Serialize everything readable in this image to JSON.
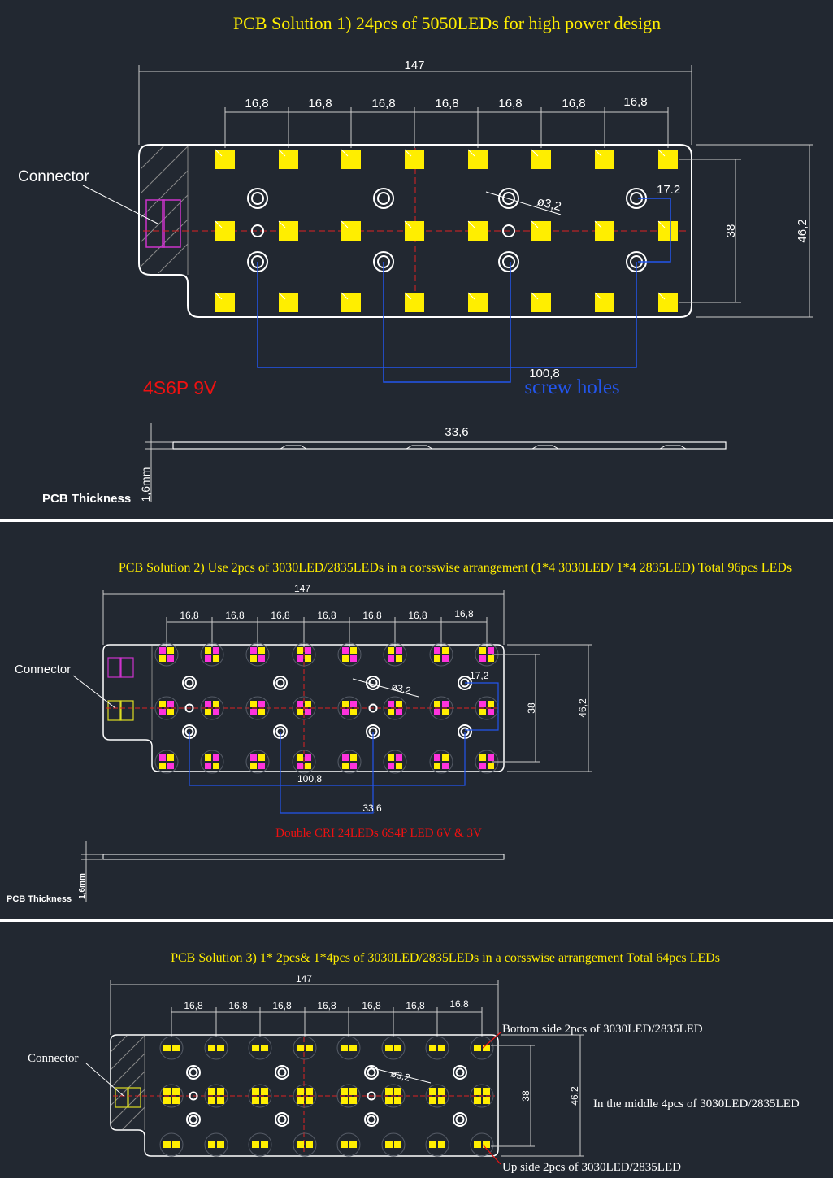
{
  "panel1": {
    "title": "PCB   Solution 1)     24pcs of 5050LEDs for high power design",
    "dim_total": "147",
    "dim_pitch": "16,8",
    "dim_hole": "ø3,2",
    "dim_edge": "17.2",
    "dim_inner_height": "38",
    "dim_outer_height": "46,2",
    "dim_screw_span": "100,8",
    "dim_side_span": "33,6",
    "connector": "Connector",
    "config": "4S6P 9V",
    "screw_label": "screw holes",
    "thickness_label": "PCB Thickness",
    "thickness_value": "1,6mm"
  },
  "panel2": {
    "title": "PCB Solution 2)   Use 2pcs of 3030LED/2835LEDs in a corsswise arrangement (1*4 3030LED/ 1*4 2835LED) Total 96pcs LEDs",
    "dim_total": "147",
    "dim_pitch": "16,8",
    "dim_hole": "ø3,2",
    "dim_edge": "17,2",
    "dim_inner_height": "38",
    "dim_outer_height": "46,2",
    "dim_screw_span": "100,8",
    "dim_side_span": "33,6",
    "connector": "Connector",
    "config": "Double CRI  24LEDs  6S4P   LED 6V & 3V",
    "thickness_label": "PCB Thickness",
    "thickness_value": "1,6mm"
  },
  "panel3": {
    "title": "PCB Solution 3)    1* 2pcs& 1*4pcs of 3030LED/2835LEDs in a corsswise arrangement  Total 64pcs LEDs",
    "dim_total": "147",
    "dim_pitch": "16,8",
    "dim_hole": "ø3,2",
    "dim_inner_height": "38",
    "dim_outer_height": "46,2",
    "connector": "Connector",
    "bottom_note": "Bottom side 2pcs of 3030LED/2835LED",
    "middle_note": "In the middle 4pcs of 3030LED/2835LED",
    "up_note": "Up side 2pcs of 3030LED/2835LED"
  },
  "colors": {
    "background": "#222831",
    "title": "#ffee00",
    "led": "#ffee00",
    "led_alt": "#ff33dd",
    "red": "#ee1111",
    "blue": "#2255ee",
    "center_line": "#dd2222"
  }
}
